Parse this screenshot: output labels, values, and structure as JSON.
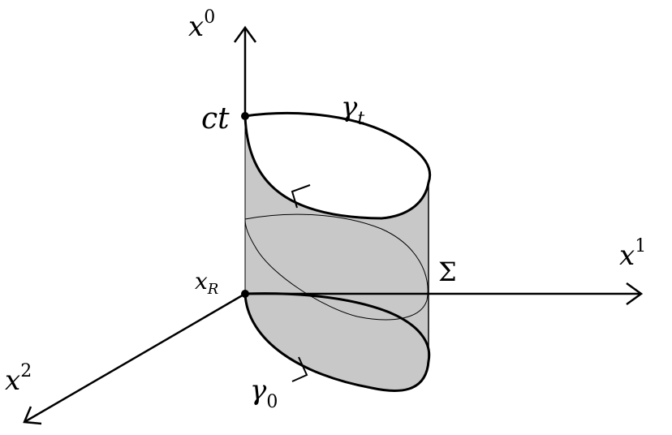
{
  "diagram": {
    "axes": {
      "x0": {
        "base": "x",
        "sup": "0"
      },
      "x1": {
        "base": "x",
        "sup": "1"
      },
      "x2": {
        "base": "x",
        "sup": "2"
      }
    },
    "labels": {
      "ct": "ct",
      "gamma_t": {
        "base": "γ",
        "sub": "t"
      },
      "gamma_0": {
        "base": "γ",
        "sub": "0"
      },
      "sigma": "Σ",
      "x_R": {
        "base": "x",
        "sub": "R"
      }
    },
    "colors": {
      "surface_fill": "#c8c8c8",
      "stroke": "#000000",
      "background": "#ffffff"
    }
  }
}
